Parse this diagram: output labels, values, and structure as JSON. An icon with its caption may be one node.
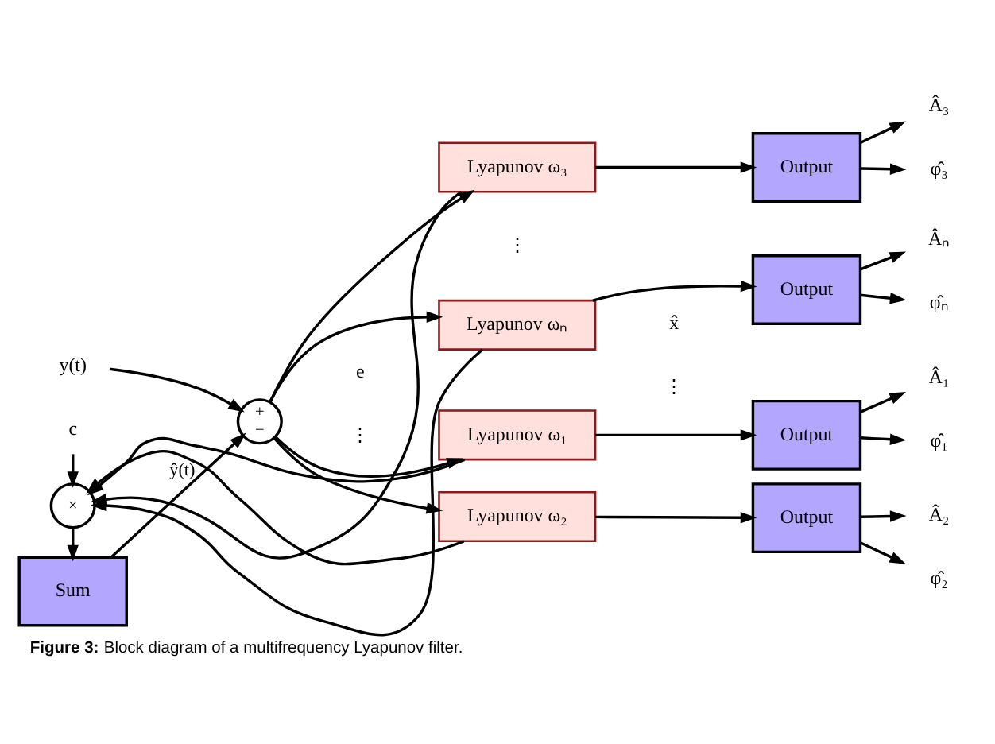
{
  "diagram": {
    "caption": "**Figure 3:** Block diagram of a multifrequency Lyapunov filter.",
    "nodes": [
      {
        "text": [
          "y(t)"
        ]
      },
      {
        "text": [
          "+",
          "−"
        ]
      },
      {
        "text": [
          "Lyapunov ω₁"
        ]
      },
      {
        "text": [
          "Lyapunov ω₂"
        ]
      },
      {
        "text": [
          "Lyapunov ω₃"
        ]
      },
      {
        "text": [
          "Lyapunov ωₙ"
        ]
      },
      {
        "text": [
          "Output"
        ]
      },
      {
        "text": [
          "Output"
        ]
      },
      {
        "text": [
          "Output"
        ]
      },
      {
        "text": [
          "Output"
        ]
      },
      {
        "text": [
          "Sum"
        ]
      },
      {
        "text": [
          "×"
        ]
      },
      {
        "text": [
          "c"
        ]
      },
      {
        "text": [
          "Â₁"
        ]
      },
      {
        "text": [
          "φ̂₁"
        ]
      },
      {
        "text": [
          "Â₂"
        ]
      },
      {
        "text": [
          "φ̂₂"
        ]
      },
      {
        "text": [
          "Â₃"
        ]
      },
      {
        "text": [
          "φ̂₃"
        ]
      },
      {
        "text": [
          "Âₙ"
        ]
      },
      {
        "text": [
          "φ̂ₙ"
        ]
      }
    ],
    "edges": [
      {
        "from": 0,
        "to": 1,
        "arrow": "to"
      },
      {
        "from": 1,
        "to": 2,
        "arrow": "to"
      },
      {
        "from": 1,
        "to": 3,
        "arrow": "to"
      },
      {
        "from": 1,
        "to": 4,
        "arrow": "to"
      },
      {
        "from": 1,
        "to": 5,
        "arrow": "to"
      },
      {
        "from": 2,
        "to": 6,
        "arrow": "to"
      },
      {
        "from": 3,
        "to": 7,
        "arrow": "to"
      },
      {
        "from": 4,
        "to": 8,
        "arrow": "to"
      },
      {
        "from": 5,
        "to": 9,
        "arrow": "to"
      },
      {
        "from": 2,
        "to": 11,
        "arrow": "to"
      },
      {
        "from": 3,
        "to": 11,
        "arrow": "to"
      },
      {
        "from": 4,
        "to": 11,
        "arrow": "to"
      },
      {
        "from": 5,
        "to": 11,
        "arrow": "to"
      },
      {
        "from": 12,
        "to": 11,
        "arrow": "to"
      },
      {
        "from": 11,
        "to": 10,
        "arrow": "to"
      },
      {
        "from": 10,
        "to": 1,
        "arrow": "to",
        "label": "ŷ(t)"
      },
      {
        "from": 6,
        "to": 13,
        "arrow": "to"
      },
      {
        "from": 6,
        "to": 14,
        "arrow": "to"
      },
      {
        "from": 7,
        "to": 15,
        "arrow": "to"
      },
      {
        "from": 7,
        "to": 16,
        "arrow": "to"
      },
      {
        "from": 8,
        "to": 17,
        "arrow": "to"
      },
      {
        "from": 8,
        "to": 18,
        "arrow": "to"
      },
      {
        "from": 9,
        "to": 19,
        "arrow": "to"
      },
      {
        "from": 9,
        "to": 20,
        "arrow": "to"
      }
    ],
    "labels": [
      "e",
      "x̂",
      "⋮",
      "⋮",
      "⋮"
    ]
  }
}
